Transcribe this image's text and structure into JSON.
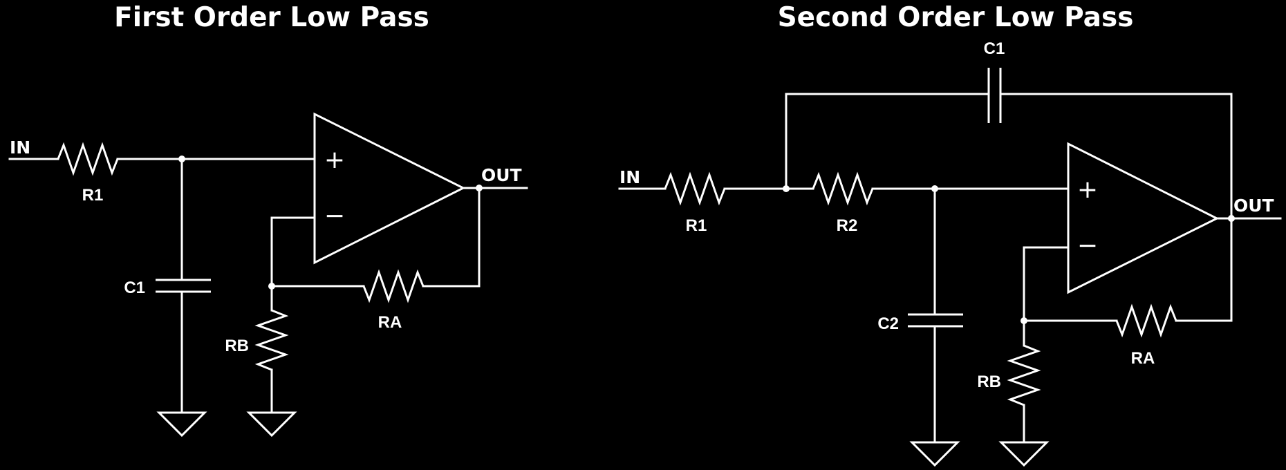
{
  "colors": {
    "background": "#000000",
    "foreground": "#ffffff"
  },
  "first_order": {
    "title": "First Order Low Pass",
    "input_label": "IN",
    "output_label": "OUT",
    "r1": "R1",
    "c1": "C1",
    "ra": "RA",
    "rb": "RB",
    "plus": "+",
    "minus": "−"
  },
  "second_order": {
    "title": "Second Order Low Pass",
    "input_label": "IN",
    "output_label": "OUT",
    "r1": "R1",
    "r2": "R2",
    "c1": "C1",
    "c2": "C2",
    "ra": "RA",
    "rb": "RB",
    "plus": "+",
    "minus": "−"
  }
}
